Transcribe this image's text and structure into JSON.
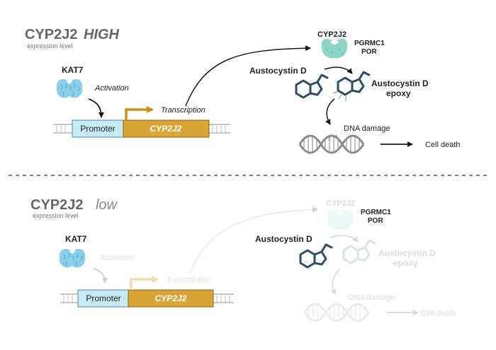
{
  "colors": {
    "gene_fill": "#d9a536",
    "gene_stroke": "#8a6416",
    "promoter_fill": "#c7ecf5",
    "promoter_stroke": "#3f8fb0",
    "enzyme": "#8fd5c4",
    "kat7": "#8ad0ea",
    "molecule": "#2b4e66",
    "arrow": "#1a1a1a",
    "transcription_arrow": "#cf8f12",
    "dna": "#8b8b8b",
    "faded_opacity": "0.14"
  },
  "high": {
    "title": "CYP2J2",
    "level": "HIGH",
    "subtitle": "expression level",
    "kat7": "KAT7",
    "activation": "Activation",
    "transcription": "Transcription",
    "promoter": "Promoter",
    "gene": "CYP2J2",
    "enzyme": "CYP2J2",
    "pgrmc1": "PGRMC1",
    "por": "POR",
    "substrate": "Austocystin D",
    "product_line1": "Austocystin D",
    "product_line2": "epoxy",
    "dna_damage": "DNA damage",
    "cell_death": "Cell death"
  },
  "low": {
    "title": "CYP2J2",
    "level": "low",
    "subtitle": "expression level",
    "kat7": "KAT7",
    "activation": "Activation",
    "transcription": "Transcription",
    "promoter": "Promoter",
    "gene": "CYP2J2",
    "enzyme": "CYP2J2",
    "pgrmc1": "PGRMC1",
    "por": "POR",
    "substrate": "Austocystin D",
    "product_line1": "Austocystin D",
    "product_line2": "epoxy",
    "dna_damage": "DNA damage",
    "cell_death": "Cell death"
  }
}
